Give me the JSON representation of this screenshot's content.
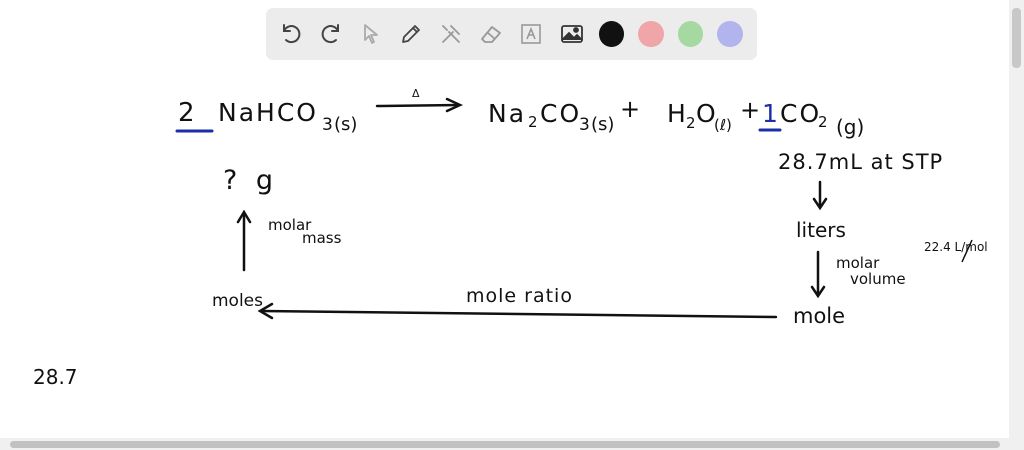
{
  "toolbar": {
    "tools": [
      "undo-icon",
      "redo-icon",
      "select-pointer-icon",
      "pen-icon",
      "tools-icon",
      "eraser-icon",
      "text-tool-icon",
      "image-icon"
    ],
    "colors": [
      "#111111",
      "#f0a5a8",
      "#a6d9a2",
      "#b2b4ee"
    ]
  },
  "equation": {
    "coef1": "2",
    "reactant": "NaHCO",
    "sub3a": "3",
    "state_s1": "(s)",
    "heat": "Δ",
    "prod1": "Na",
    "sub2a": "2",
    "co3": "CO",
    "sub3b": "3",
    "state_s2": "(s)",
    "plus1": "+",
    "h": "H",
    "sub2b": "2",
    "o": "O",
    "state_l": "(ℓ)",
    "plus2": "+",
    "coef2": "1",
    "co2": "CO",
    "sub2c": "2",
    "state_g": "(g)"
  },
  "notes": {
    "unknown": "? g",
    "given": "28.7mL at STP",
    "liters": "liters",
    "molar_volume_1": "molar",
    "molar_volume_2": "volume",
    "molar_volume_value": "22.4 L/mol",
    "mole": "mole",
    "mole_ratio": "mole ratio",
    "moles": "moles",
    "molar_mass_1": "molar",
    "molar_mass_2": "mass",
    "bottom_value": "28.7"
  }
}
